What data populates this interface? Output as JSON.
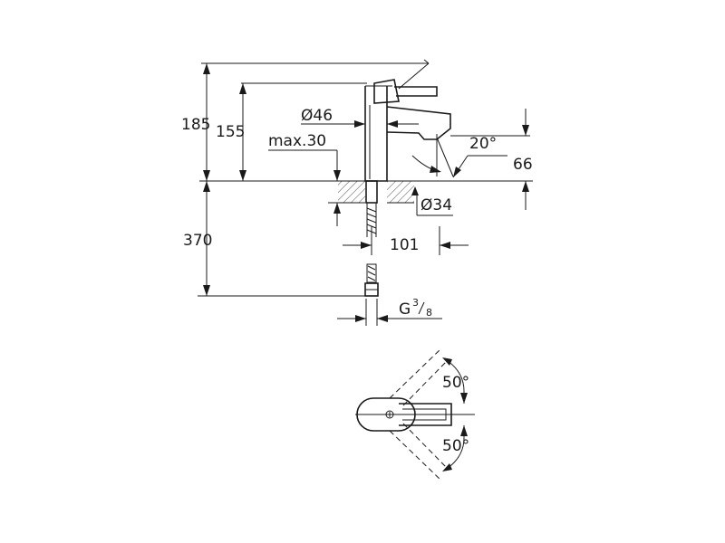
{
  "dimensions": {
    "total_height": "185",
    "spout_height": "155",
    "body_diameter": "Ø46",
    "deck_thickness": "max.30",
    "swivel_angle_side": "20°",
    "spout_clearance": "66",
    "hole_diameter": "Ø34",
    "hose_length": "370",
    "projection": "101",
    "connection_prefix": "G",
    "connection_num": "3",
    "connection_den": "8",
    "rotation_top": "50°",
    "rotation_bottom": "50°"
  }
}
